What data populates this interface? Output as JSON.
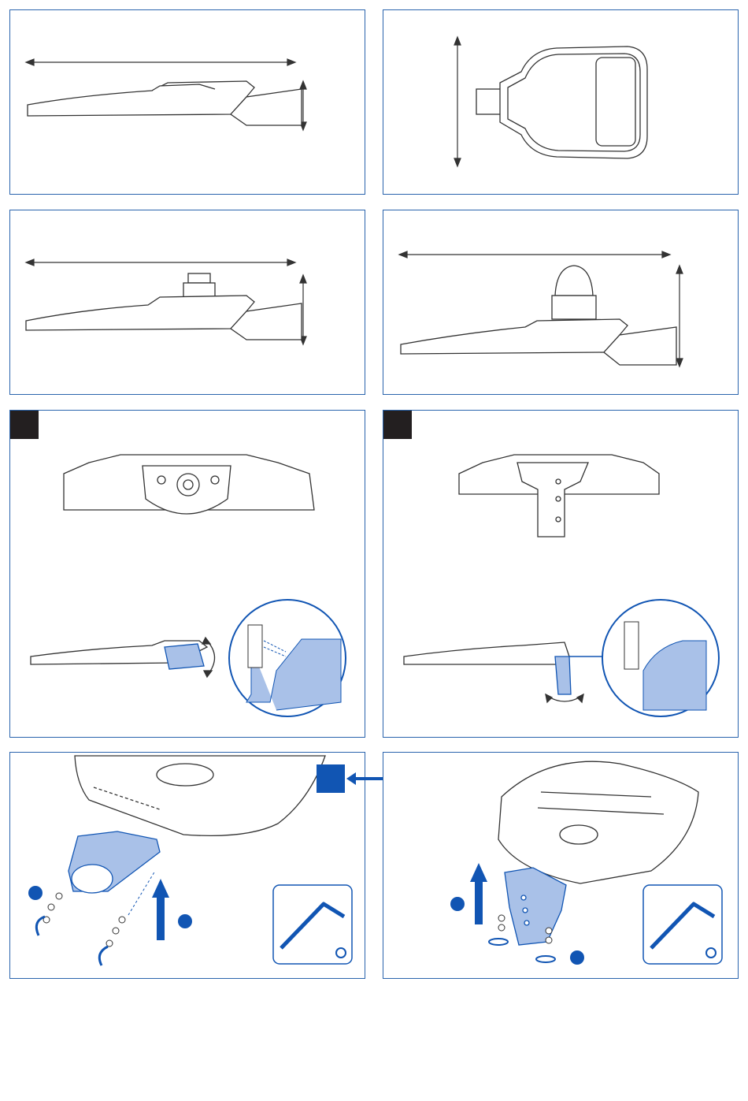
{
  "colors": {
    "frame": "#2a64ad",
    "accent": "#1155b3",
    "highlight": "#a9c1e8",
    "line": "#333333",
    "badge": "#231f20"
  },
  "panels": [
    {
      "id": "side-view-dimensions"
    },
    {
      "id": "top-view-dimensions"
    },
    {
      "id": "side-view-with-small-sensor"
    },
    {
      "id": "side-view-with-tall-sensor"
    },
    {
      "id": "mount-option-a"
    },
    {
      "id": "mount-option-b"
    },
    {
      "id": "install-arm-mount"
    },
    {
      "id": "install-slipfitter-mount"
    }
  ],
  "icons": [
    "double-arrow-icon",
    "allen-wrench-icon",
    "rotate-arrow-icon",
    "up-arrow-icon"
  ]
}
